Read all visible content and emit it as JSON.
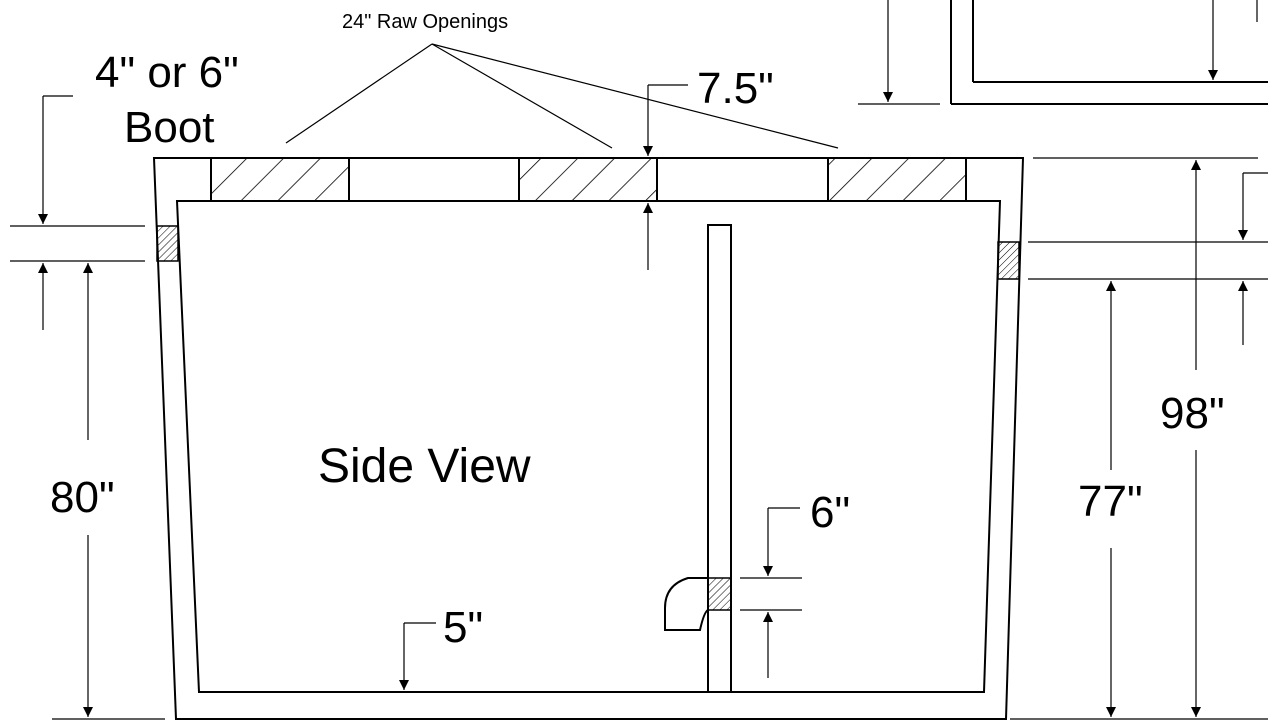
{
  "drawing": {
    "view_label": "Side View",
    "labels": {
      "raw_openings": "24\" Raw Openings",
      "boot_line1": "4\" or 6\"",
      "boot_line2": "Boot",
      "top_thickness": "7.5\"",
      "left_height": "80\"",
      "right_inner_height": "77\"",
      "overall_height": "98\"",
      "pipe_dim": "6\"",
      "floor_thickness": "5\""
    }
  }
}
